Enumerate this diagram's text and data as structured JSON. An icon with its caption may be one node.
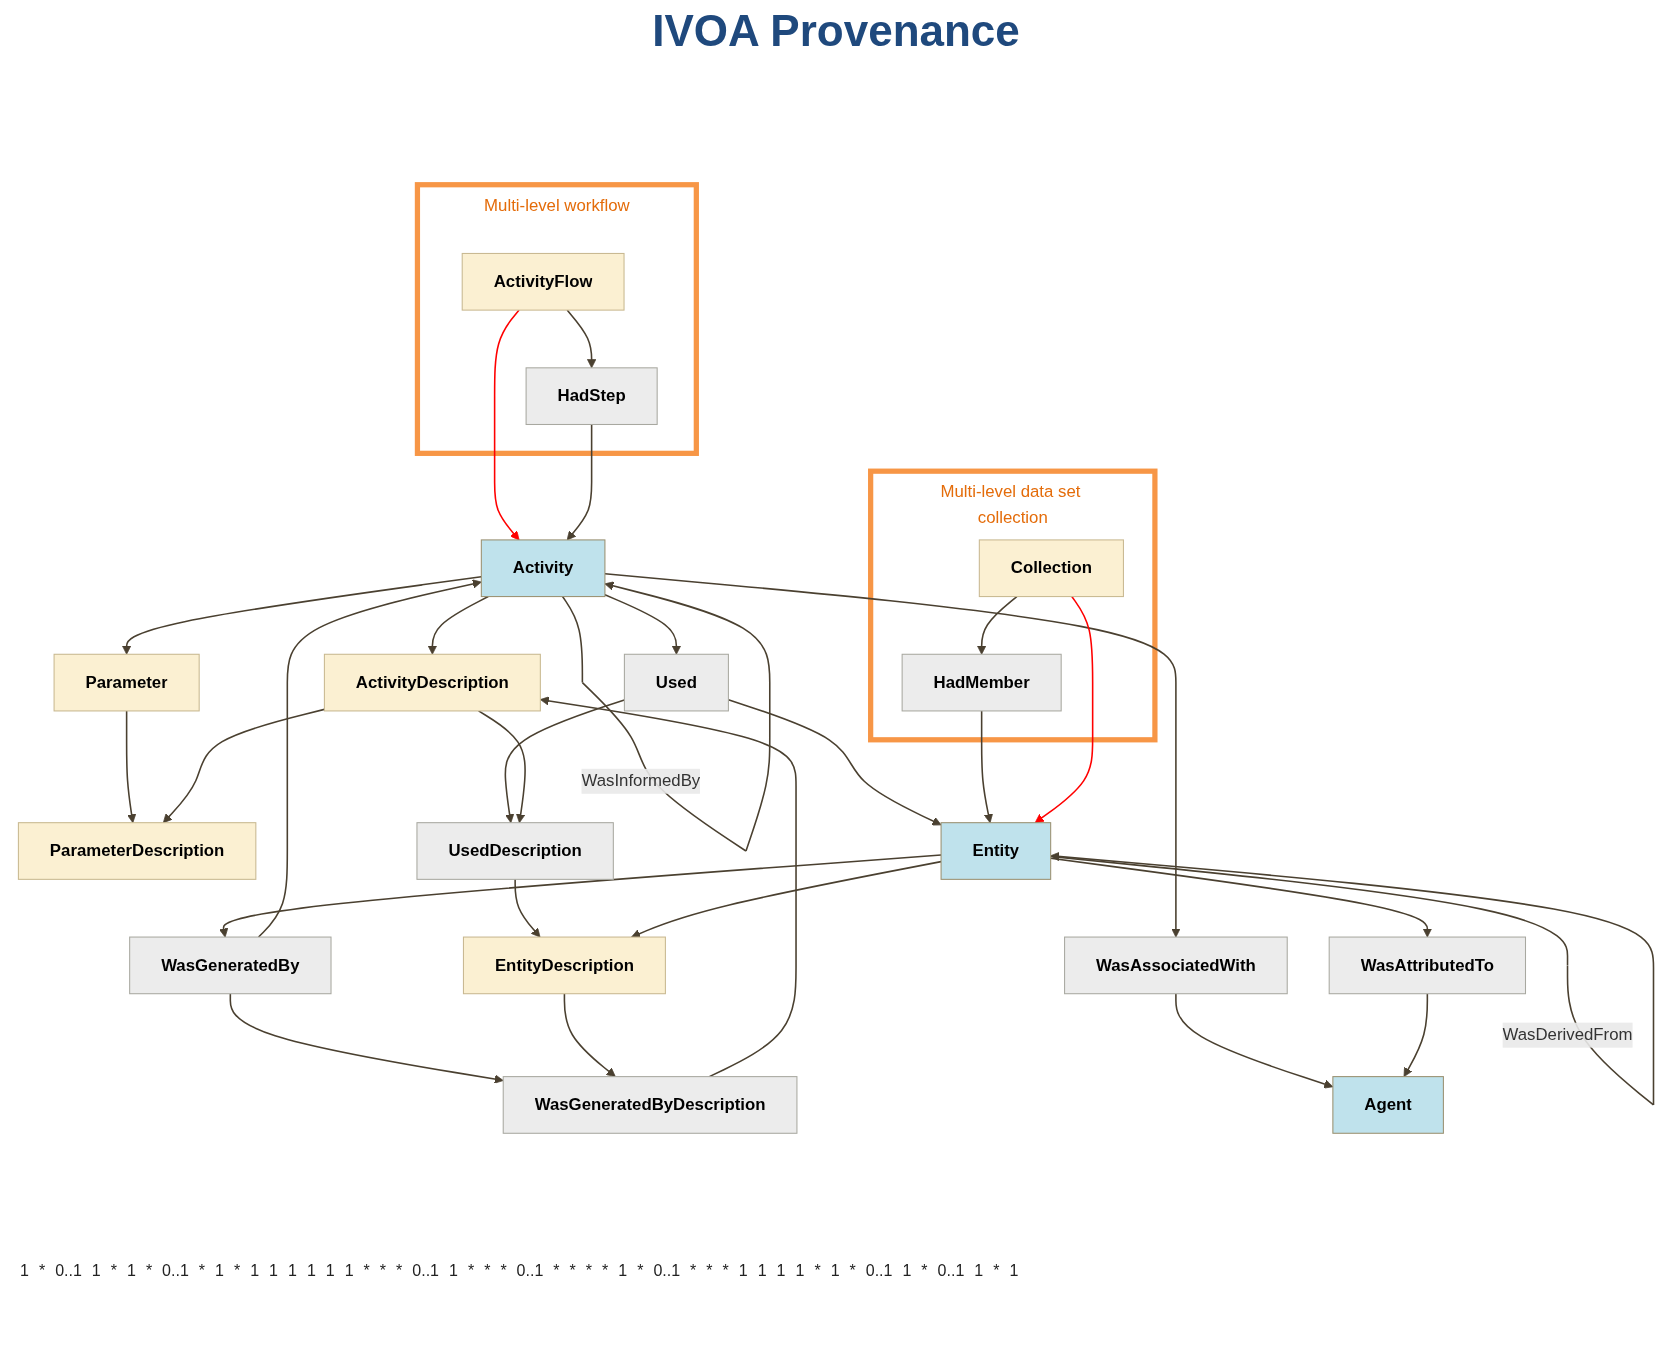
{
  "diagram": {
    "title": "IVOA Provenance",
    "nodes": [
      {
        "text": [
          "Multi-level workflow"
        ]
      },
      {
        "text": [
          "ActivityFlow"
        ],
        "in": 0
      },
      {
        "text": [
          "HadStep"
        ],
        "in": 0
      },
      {
        "text": [
          "Activity"
        ]
      },
      {
        "text": [
          "ActivityDescription"
        ]
      },
      {
        "text": [
          "WasAssociatedWith"
        ]
      },
      {
        "text": [
          "Parameter"
        ]
      },
      {
        "text": [
          "ParameterDescription"
        ]
      },
      {
        "text": [
          "Agent"
        ]
      },
      {
        "text": [
          "Used"
        ]
      },
      {
        "text": [
          "UsedDescription"
        ]
      },
      {
        "text": [
          "WasGeneratedBy"
        ]
      },
      {
        "text": [
          "WasGeneratedByDescription"
        ]
      },
      {
        "text": [
          "WasAttributedTo"
        ]
      },
      {
        "text": [
          "Entity"
        ]
      },
      {
        "text": [
          "EntityDescription"
        ]
      },
      {
        "text": [
          "Multi-level data set collection"
        ]
      },
      {
        "text": [
          "HadMember"
        ],
        "in": 16
      },
      {
        "text": [
          "Collection"
        ],
        "in": 16
      }
    ],
    "edges": [
      {
        "from": 1,
        "to": 2,
        "arrow": "to"
      },
      {
        "from": 1,
        "to": 3,
        "arrow": "to",
        "color": "#ff0000"
      },
      {
        "from": 2,
        "to": 3,
        "arrow": "to"
      },
      {
        "from": 3,
        "to": 3,
        "arrow": "to",
        "label": "WasInformedBy"
      },
      {
        "from": 3,
        "to": 4,
        "arrow": "to"
      },
      {
        "from": 3,
        "to": 5,
        "arrow": "to"
      },
      {
        "from": 5,
        "to": 8,
        "arrow": "to"
      },
      {
        "from": 3,
        "to": 9,
        "arrow": "to"
      },
      {
        "from": 3,
        "to": 6,
        "arrow": "to"
      },
      {
        "from": 6,
        "to": 7,
        "arrow": "to"
      },
      {
        "from": 4,
        "to": 7,
        "arrow": "to"
      },
      {
        "from": 9,
        "to": 10,
        "arrow": "to"
      },
      {
        "from": 4,
        "to": 10,
        "arrow": "to"
      },
      {
        "from": 12,
        "to": 4,
        "arrow": "to"
      },
      {
        "from": 11,
        "to": 3,
        "arrow": "to"
      },
      {
        "from": 11,
        "to": 12,
        "arrow": "to"
      },
      {
        "from": 9,
        "to": 14,
        "arrow": "to"
      },
      {
        "from": 14,
        "to": 11,
        "arrow": "to"
      },
      {
        "from": 15,
        "to": 12,
        "arrow": "to"
      },
      {
        "from": 10,
        "to": 15,
        "arrow": "to"
      },
      {
        "from": 13,
        "to": 8,
        "arrow": "to"
      },
      {
        "from": 14,
        "to": 13,
        "arrow": "to"
      },
      {
        "from": 14,
        "to": 15,
        "arrow": "to"
      },
      {
        "from": 14,
        "to": 14,
        "arrow": "to",
        "label": "WasDerivedFrom"
      },
      {
        "from": 17,
        "to": 14,
        "arrow": "to"
      },
      {
        "from": 18,
        "to": 14,
        "arrow": "to",
        "color": "#ff0000"
      },
      {
        "from": 18,
        "to": 17,
        "arrow": "to"
      }
    ],
    "labels": [
      "1",
      "*",
      "0..1",
      "1",
      "*",
      "1",
      "*",
      "0..1",
      "*",
      "1",
      "*",
      "1",
      "1",
      "1",
      "1",
      "1",
      "1",
      "*",
      "*",
      "*",
      "0..1",
      "1",
      "*",
      "*",
      "*",
      "0..1",
      "*",
      "*",
      "*",
      "*",
      "1",
      "*",
      "0..1",
      "*",
      "*",
      "*",
      "1",
      "1",
      "1",
      "1",
      "*",
      "1",
      "*",
      "0..1",
      "1",
      "*",
      "0..1",
      "1",
      "*",
      "1"
    ]
  }
}
